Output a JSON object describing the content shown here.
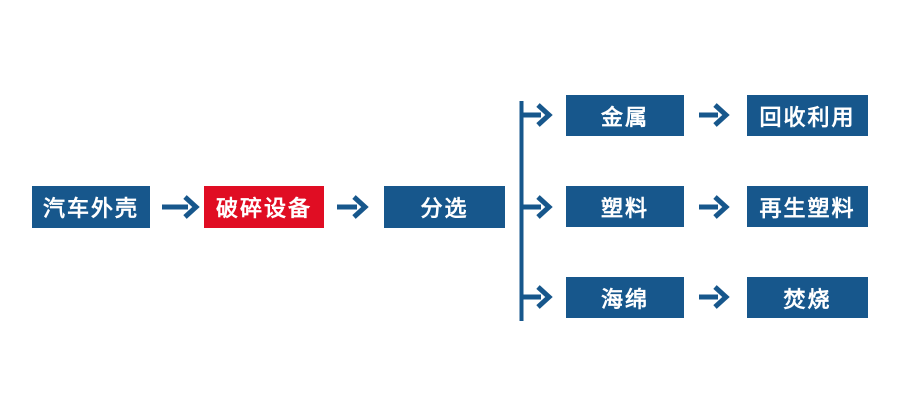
{
  "diagram": {
    "description": "Flowchart of automobile shell recycling process",
    "colors": {
      "node_blue": "#17578C",
      "node_red": "#E00D23",
      "text": "#FFFFFF",
      "connector": "#17578C"
    },
    "main_flow": {
      "source_label": "汽车外壳",
      "process_label": "破碎设备",
      "sort_label": "分选"
    },
    "branches": [
      {
        "material": "金属",
        "outcome": "回收利用"
      },
      {
        "material": "塑料",
        "outcome": "再生塑料"
      },
      {
        "material": "海绵",
        "outcome": "焚烧"
      }
    ]
  }
}
